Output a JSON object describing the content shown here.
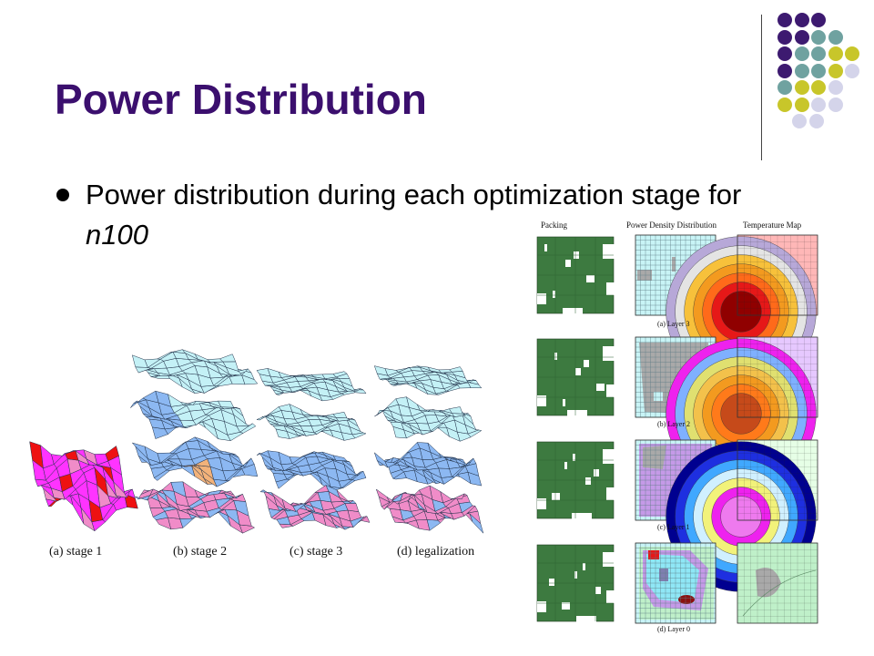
{
  "slide": {
    "title": "Power Distribution",
    "bullet": {
      "text_main": "Power distribution during each optimization stage for ",
      "text_italic": "n100"
    }
  },
  "left_figure": {
    "captions": [
      "(a) stage 1",
      "(b) stage 2",
      "(c) stage 3",
      "(d) legalization"
    ],
    "colors": {
      "magenta": "#ff33ff",
      "red": "#ee1111",
      "pink": "#f08cc8",
      "light_blue": "#c4f1f6",
      "blue": "#8cb8f2",
      "orange": "#f2b27a"
    }
  },
  "right_figure": {
    "column_headers": [
      "Packing",
      "Power Density Distribution",
      "Temperature Map"
    ],
    "layer_captions": [
      "(a) Layer 3",
      "(b) Layer 2",
      "(c) Layer 1",
      "(d) Layer 0"
    ],
    "colors": {
      "packing_green": "#3d7a40",
      "grid_cyan": "#c8f4f6",
      "gray": "#a9a9a9",
      "violet": "#c59ae8",
      "red": "#e61818",
      "orange": "#f39a1f",
      "magenta": "#ee22ee",
      "blue": "#1e2fe0",
      "mint": "#bff0c9"
    }
  },
  "decoration": {
    "dot_colors": {
      "purple": "#3d1a70",
      "teal": "#6fa2a0",
      "olive": "#c8c62a",
      "lavender": "#d4d4ea"
    }
  }
}
